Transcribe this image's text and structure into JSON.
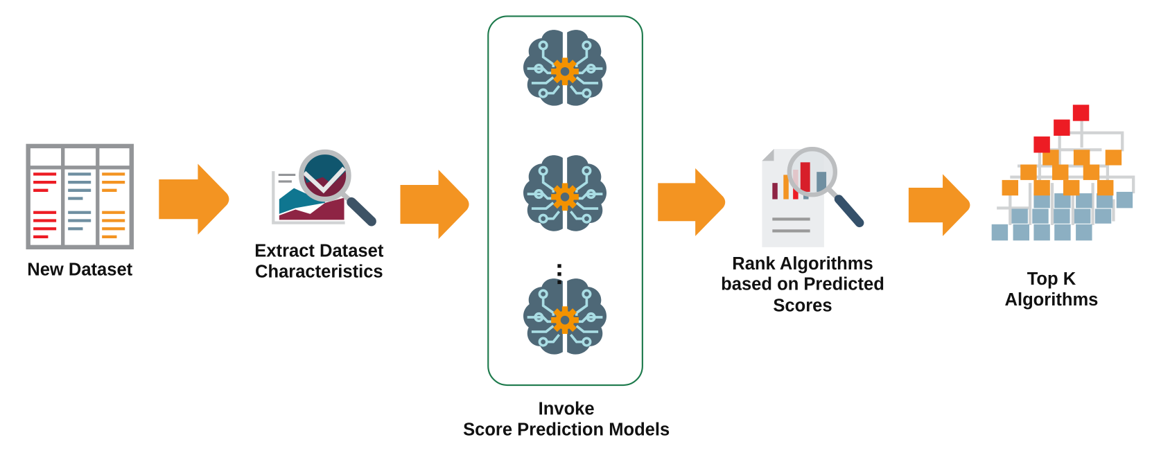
{
  "steps": [
    {
      "label_lines": [
        "New Dataset"
      ],
      "icon": "data-table-icon"
    },
    {
      "label_lines": [
        "Extract Dataset",
        "Characteristics"
      ],
      "icon": "chart-magnifier-icon"
    },
    {
      "label_lines": [
        "Invoke",
        "Score Prediction Models"
      ],
      "icon": "brain-gear-icon",
      "ellipsis": "⋮"
    },
    {
      "label_lines": [
        "Rank Algorithms",
        "based on Predicted",
        "Scores"
      ],
      "icon": "report-magnifier-icon"
    },
    {
      "label_lines": [
        "Top K",
        "Algorithms"
      ],
      "icon": "hierarchy-tree-icon"
    }
  ],
  "colors": {
    "arrow": "#f39422",
    "group_border": "#1d7a4c",
    "brain": "#4e6877",
    "circuit": "#a9dde4",
    "gear": "#f39200",
    "red": "#ed1c24",
    "slate_blue": "#6f8fa1",
    "maroon": "#8e2444",
    "teal": "#0f7690",
    "light_blue": "#8cafc2",
    "grey": "#939598"
  }
}
